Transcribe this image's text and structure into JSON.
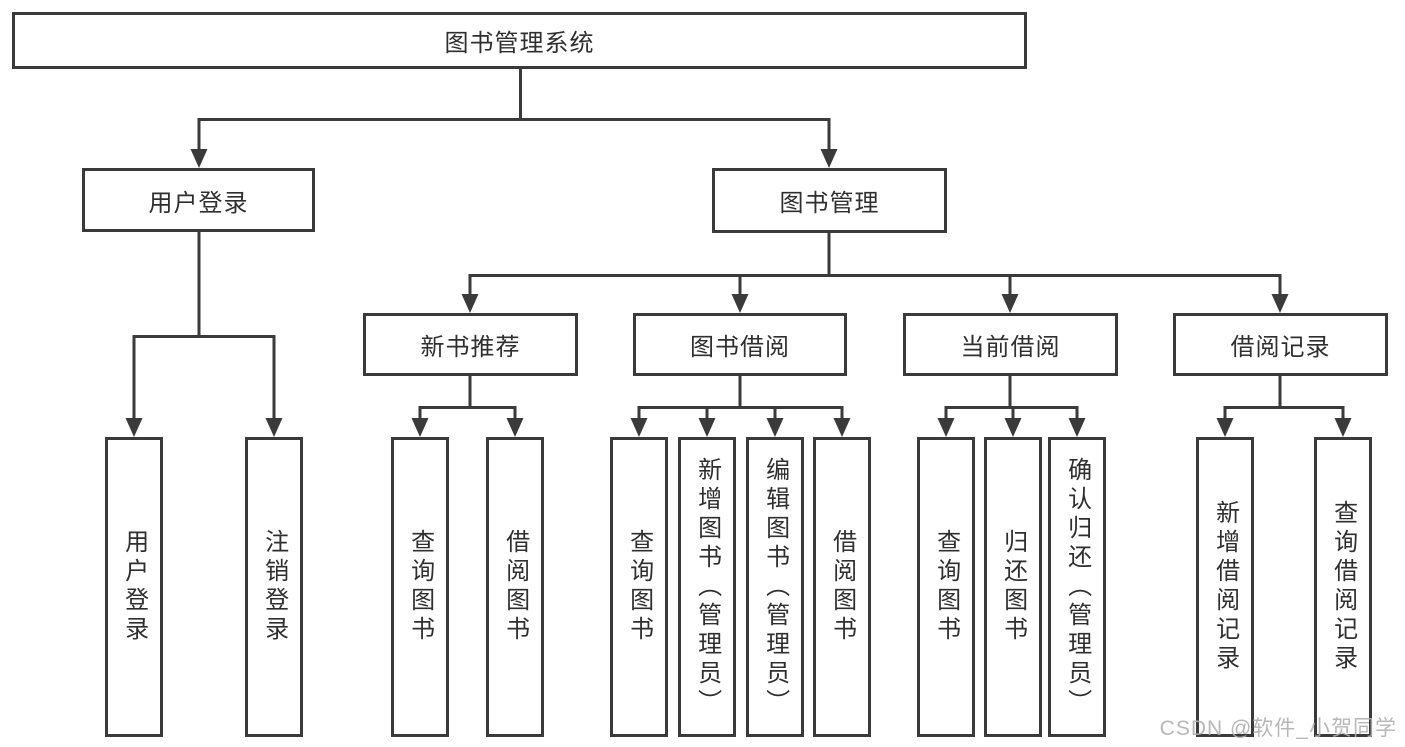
{
  "tree": {
    "root": {
      "label": "图书管理系统"
    },
    "children": [
      {
        "label": "用户登录",
        "children": [
          {
            "label": "用户登录"
          },
          {
            "label": "注销登录"
          }
        ]
      },
      {
        "label": "图书管理",
        "children": [
          {
            "label": "新书推荐",
            "children": [
              {
                "label": "查询图书"
              },
              {
                "label": "借阅图书"
              }
            ]
          },
          {
            "label": "图书借阅",
            "children": [
              {
                "label": "查询图书"
              },
              {
                "label": "新增图书（管理员）"
              },
              {
                "label": "编辑图书（管理员）"
              },
              {
                "label": "借阅图书"
              }
            ]
          },
          {
            "label": "当前借阅",
            "children": [
              {
                "label": "查询图书"
              },
              {
                "label": "归还图书"
              },
              {
                "label": "确认归还（管理员）"
              }
            ]
          },
          {
            "label": "借阅记录",
            "children": [
              {
                "label": "新增借阅记录"
              },
              {
                "label": "查询借阅记录"
              }
            ]
          }
        ]
      }
    ]
  },
  "watermark": {
    "text": "CSDN @软件_小贺同学"
  },
  "colors": {
    "line": "#3a3a3a",
    "text": "#2f2f2f",
    "box_background": "#ffffff",
    "page_background": "#ffffff",
    "watermark": "#b0b0b0"
  }
}
